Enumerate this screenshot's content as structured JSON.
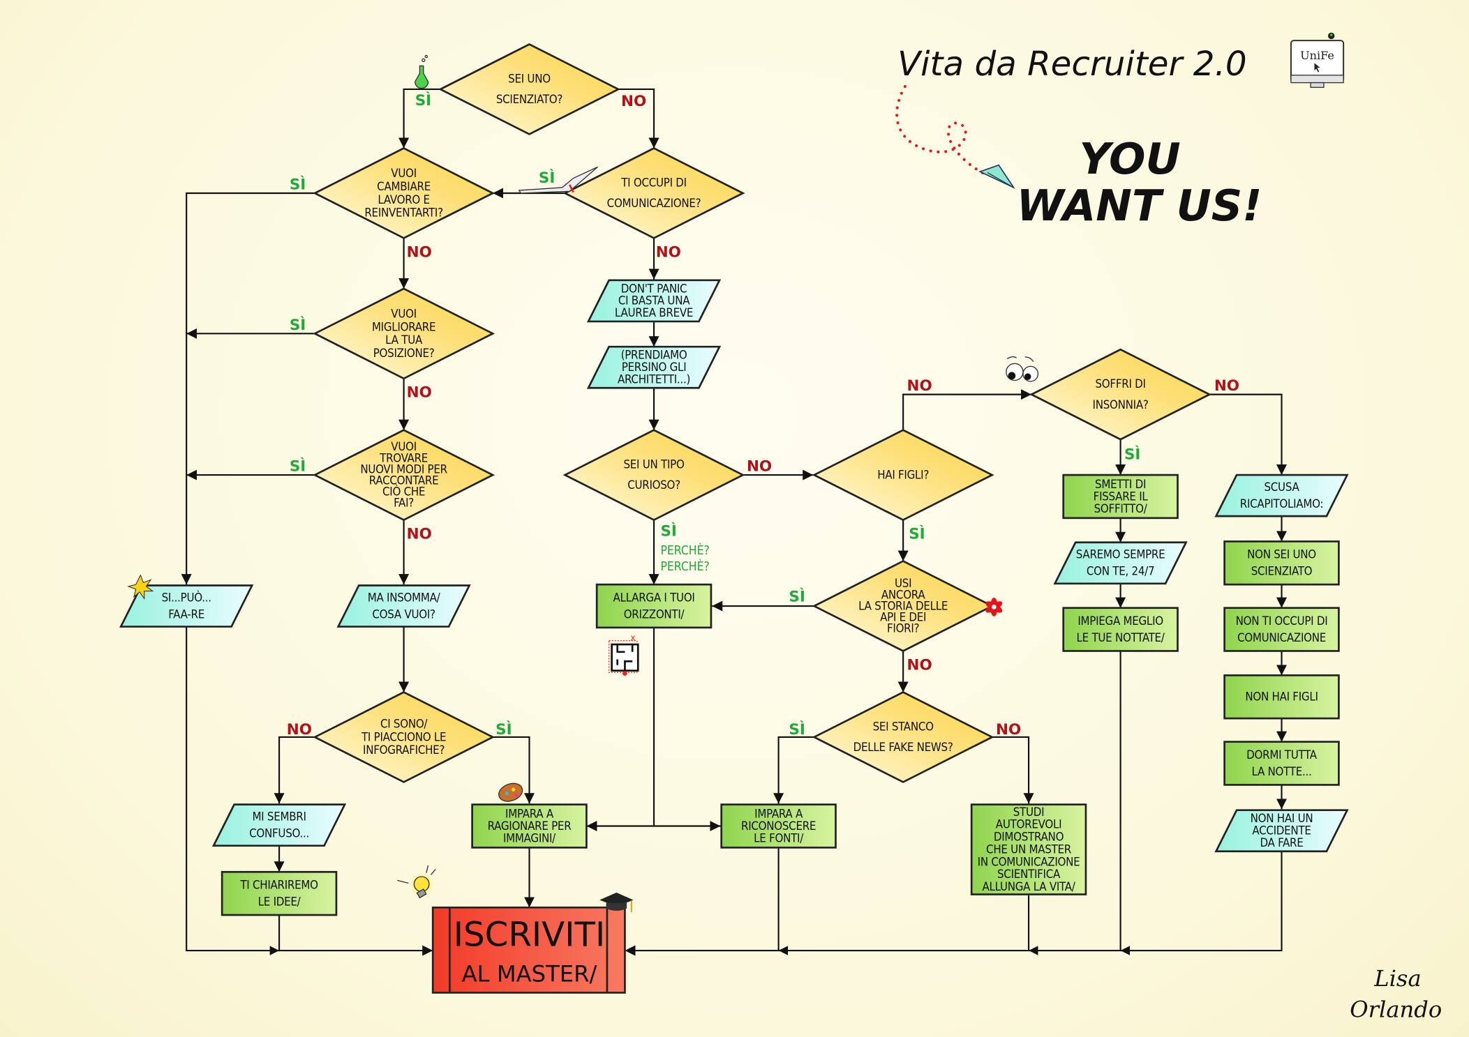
{
  "header": {
    "title": "Vita da Recruiter 2.0",
    "logo_text": "UniFe",
    "slogan_line1": "YOU",
    "slogan_line2": "WANT US!"
  },
  "labels": {
    "yes": "SÌ",
    "no": "NO"
  },
  "annotation": {
    "why1": "PERCHÈ?",
    "why2": "PERCHÈ?"
  },
  "signature": {
    "line1": "Lisa",
    "line2": "Orlando"
  },
  "colors": {
    "decision": "#fbd95a",
    "input_output": "#a6f5e6",
    "process": "#9bd85a",
    "terminal": "#f24a35",
    "yes": "#1faa3a",
    "no": "#b0121b"
  },
  "decisions": [
    {
      "id": "d1",
      "lines": [
        "SEI UNO",
        "SCIENZIATO?"
      ]
    },
    {
      "id": "d2",
      "lines": [
        "VUOI",
        "CAMBIARE",
        "LAVORO E",
        "REINVENTARTI?"
      ]
    },
    {
      "id": "d3",
      "lines": [
        "TI OCCUPI DI",
        "COMUNICAZIONE?"
      ]
    },
    {
      "id": "d4",
      "lines": [
        "VUOI",
        "MIGLIORARE",
        "LA TUA",
        "POSIZIONE?"
      ]
    },
    {
      "id": "d5",
      "lines": [
        "VUOI",
        "TROVARE",
        "NUOVI MODI PER",
        "RACCONTARE",
        "CIÒ CHE",
        "FAI?"
      ]
    },
    {
      "id": "d6",
      "lines": [
        "SEI UN TIPO",
        "CURIOSO?"
      ]
    },
    {
      "id": "d7",
      "lines": [
        "HAI FIGLI?"
      ]
    },
    {
      "id": "d8",
      "lines": [
        "SOFFRI DI",
        "INSONNIA?"
      ]
    },
    {
      "id": "d9",
      "lines": [
        "USI",
        "ANCORA",
        "LA STORIA DELLE",
        "API E DEI",
        "FIORI?"
      ]
    },
    {
      "id": "d10",
      "lines": [
        "SEI STANCO",
        "DELLE FAKE NEWS?"
      ]
    },
    {
      "id": "d11",
      "lines": [
        "CI SONO/",
        "TI PIACCIONO LE",
        "INFOGRAFICHE?"
      ]
    }
  ],
  "messages": [
    {
      "id": "p1",
      "lines": [
        "DON'T PANIC",
        "CI BASTA UNA",
        "LAUREA BREVE"
      ]
    },
    {
      "id": "p2",
      "lines": [
        "(PRENDIAMO",
        "PERSINO GLI",
        "ARCHITETTI...)"
      ]
    },
    {
      "id": "p3",
      "lines": [
        "SI...PUÒ...",
        "FAA-RE"
      ]
    },
    {
      "id": "p4",
      "lines": [
        "MA INSOMMA/",
        "COSA VUOI?"
      ]
    },
    {
      "id": "p5",
      "lines": [
        "MI SEMBRI",
        "CONFUSO..."
      ]
    },
    {
      "id": "p6",
      "lines": [
        "SAREMO SEMPRE",
        "CON TE, 24/7"
      ]
    },
    {
      "id": "p7",
      "lines": [
        "SCUSA",
        "RICAPITOLIAMO:"
      ]
    },
    {
      "id": "p8",
      "lines": [
        "NON HAI UN",
        "ACCIDENTE",
        "DA FARE"
      ]
    }
  ],
  "actions": [
    {
      "id": "r1",
      "lines": [
        "ALLARGA I TUOI",
        "ORIZZONTI/"
      ]
    },
    {
      "id": "r2",
      "lines": [
        "IMPARA A",
        "RAGIONARE PER",
        "IMMAGINI/"
      ]
    },
    {
      "id": "r3",
      "lines": [
        "IMPARA A",
        "RICONOSCERE",
        "LE FONTI/"
      ]
    },
    {
      "id": "r4",
      "lines": [
        "STUDI",
        "AUTOREVOLI",
        "DIMOSTRANO",
        "CHE UN MASTER",
        "IN COMUNICAZIONE",
        "SCIENTIFICA",
        "ALLUNGA LA VITA/"
      ]
    },
    {
      "id": "r5",
      "lines": [
        "TI CHIARIREMO",
        "LE IDEE/"
      ]
    },
    {
      "id": "r6",
      "lines": [
        "SMETTI DI",
        "FISSARE IL",
        "SOFFITTO/"
      ]
    },
    {
      "id": "r7",
      "lines": [
        "IMPIEGA MEGLIO",
        "LE TUE NOTTATE/"
      ]
    },
    {
      "id": "r8",
      "lines": [
        "NON SEI UNO",
        "SCIENZIATO"
      ]
    },
    {
      "id": "r9",
      "lines": [
        "NON TI OCCUPI DI",
        "COMUNICAZIONE"
      ]
    },
    {
      "id": "r10",
      "lines": [
        "NON HAI FIGLI"
      ]
    },
    {
      "id": "r11",
      "lines": [
        "DORMI TUTTA",
        "LA NOTTE..."
      ]
    }
  ],
  "terminal": {
    "lines": [
      "ISCRIVITI",
      "AL MASTER/"
    ]
  },
  "icons": [
    "flask-icon",
    "book-icon",
    "eyes-icon",
    "flower-icon",
    "star-burst-icon",
    "palette-icon",
    "lightbulb-icon",
    "graduation-cap-icon",
    "maze-icon",
    "paper-plane-icon",
    "monitor-icon"
  ]
}
